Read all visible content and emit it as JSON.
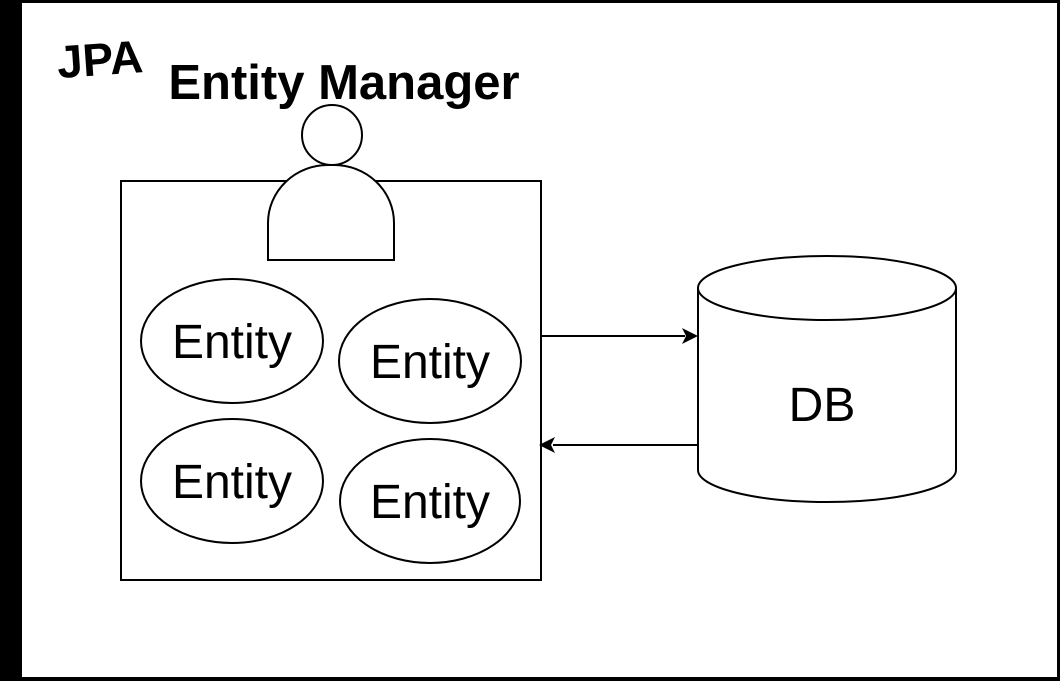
{
  "diagram": {
    "type": "architecture-diagram",
    "title": "JPA",
    "manager": {
      "label": "Entity Manager",
      "icon": "person-icon"
    },
    "entities": [
      {
        "label": "Entity"
      },
      {
        "label": "Entity"
      },
      {
        "label": "Entity"
      },
      {
        "label": "Entity"
      }
    ],
    "database": {
      "label": "DB",
      "shape": "cylinder"
    },
    "arrows": [
      {
        "from": "entity-manager",
        "to": "db",
        "direction": "right"
      },
      {
        "from": "db",
        "to": "entity-manager",
        "direction": "left"
      }
    ],
    "colors": {
      "background": "#000000",
      "canvas": "#ffffff",
      "line": "#000000",
      "text": "#000000"
    }
  }
}
